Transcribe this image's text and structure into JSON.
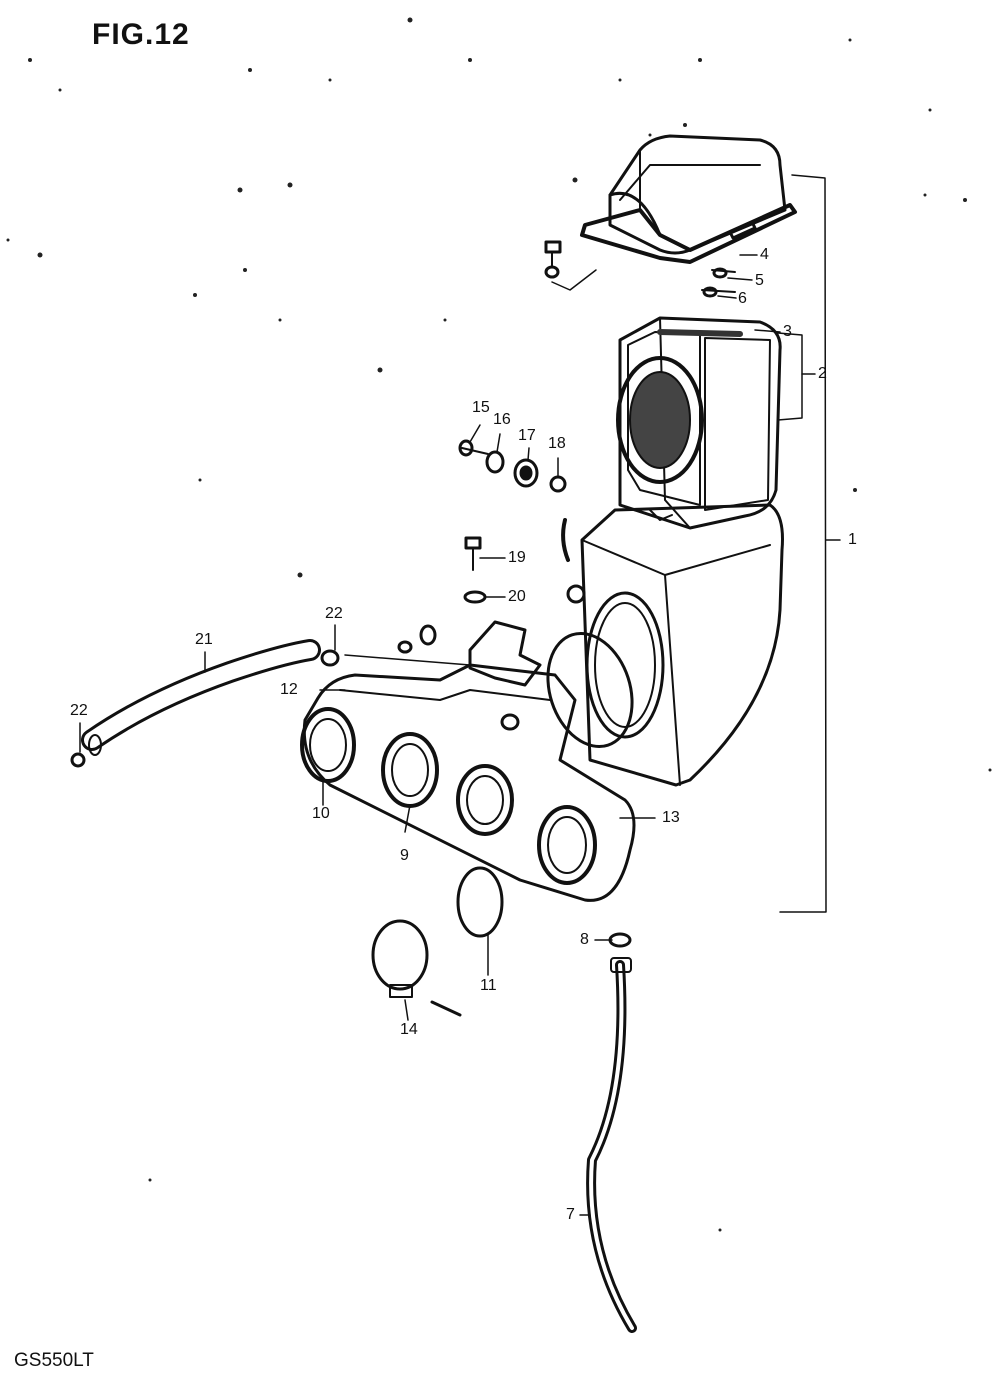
{
  "figure": {
    "title": "FIG.12",
    "model": "GS550LT"
  },
  "callouts": [
    {
      "id": "c1",
      "text": "1"
    },
    {
      "id": "c2",
      "text": "2"
    },
    {
      "id": "c3",
      "text": "3"
    },
    {
      "id": "c4",
      "text": "4"
    },
    {
      "id": "c5",
      "text": "5"
    },
    {
      "id": "c6",
      "text": "6"
    },
    {
      "id": "c7",
      "text": "7"
    },
    {
      "id": "c8",
      "text": "8"
    },
    {
      "id": "c9",
      "text": "9"
    },
    {
      "id": "c10",
      "text": "10"
    },
    {
      "id": "c11",
      "text": "11"
    },
    {
      "id": "c12",
      "text": "12"
    },
    {
      "id": "c13",
      "text": "13"
    },
    {
      "id": "c14",
      "text": "14"
    },
    {
      "id": "c15",
      "text": "15"
    },
    {
      "id": "c16",
      "text": "16"
    },
    {
      "id": "c17",
      "text": "17"
    },
    {
      "id": "c18",
      "text": "18"
    },
    {
      "id": "c19",
      "text": "19"
    },
    {
      "id": "c20",
      "text": "20"
    },
    {
      "id": "c21",
      "text": "21"
    },
    {
      "id": "c22a",
      "text": "22"
    },
    {
      "id": "c22b",
      "text": "22"
    }
  ]
}
